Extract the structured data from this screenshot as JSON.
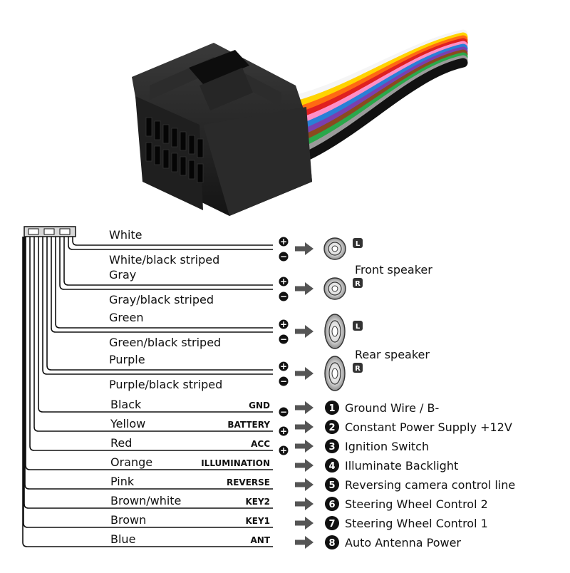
{
  "speaker_wires": [
    {
      "pos_label": "White",
      "neg_label": "White/black striped",
      "badge": "L",
      "speaker_type": "round"
    },
    {
      "pos_label": "Gray",
      "neg_label": "Gray/black striped",
      "badge": "R",
      "speaker_type": "round"
    },
    {
      "pos_label": "Green",
      "neg_label": "Green/black striped",
      "badge": "L",
      "speaker_type": "oval"
    },
    {
      "pos_label": "Purple",
      "neg_label": "Purple/black striped",
      "badge": "R",
      "speaker_type": "oval"
    }
  ],
  "speaker_groups": [
    "Front speaker",
    "Rear speaker"
  ],
  "signal_wires": [
    {
      "label": "Black",
      "code": "GND",
      "polarity": "minus",
      "number": "1",
      "function": "Ground Wire / B-"
    },
    {
      "label": "Yellow",
      "code": "BATTERY",
      "polarity": "plus",
      "number": "2",
      "function": "Constant Power Supply +12V"
    },
    {
      "label": "Red",
      "code": "ACC",
      "polarity": "plus",
      "number": "3",
      "function": "Ignition Switch"
    },
    {
      "label": "Orange",
      "code": "ILLUMINATION",
      "polarity": "",
      "number": "4",
      "function": "Illuminate Backlight"
    },
    {
      "label": "Pink",
      "code": "REVERSE",
      "polarity": "",
      "number": "5",
      "function": "Reversing camera control line"
    },
    {
      "label": "Brown/white",
      "code": "KEY2",
      "polarity": "",
      "number": "6",
      "function": "Steering Wheel Control 2"
    },
    {
      "label": "Brown",
      "code": "KEY1",
      "polarity": "",
      "number": "7",
      "function": "Steering Wheel Control 1"
    },
    {
      "label": "Blue",
      "code": "ANT",
      "polarity": "",
      "number": "8",
      "function": "Auto  Antenna Power"
    }
  ],
  "plus_symbol": "+",
  "minus_symbol": "−",
  "colors": {
    "line": "#111111",
    "arrow": "#555555",
    "connector": "#1a1a1a",
    "wires": [
      "#f5f5f5",
      "#ffd400",
      "#ff6a13",
      "#e02020",
      "#ff8fc7",
      "#2a7fd6",
      "#7a3fb0",
      "#8b4a1f",
      "#2aa84a",
      "#9a9a9a",
      "#111111"
    ]
  }
}
